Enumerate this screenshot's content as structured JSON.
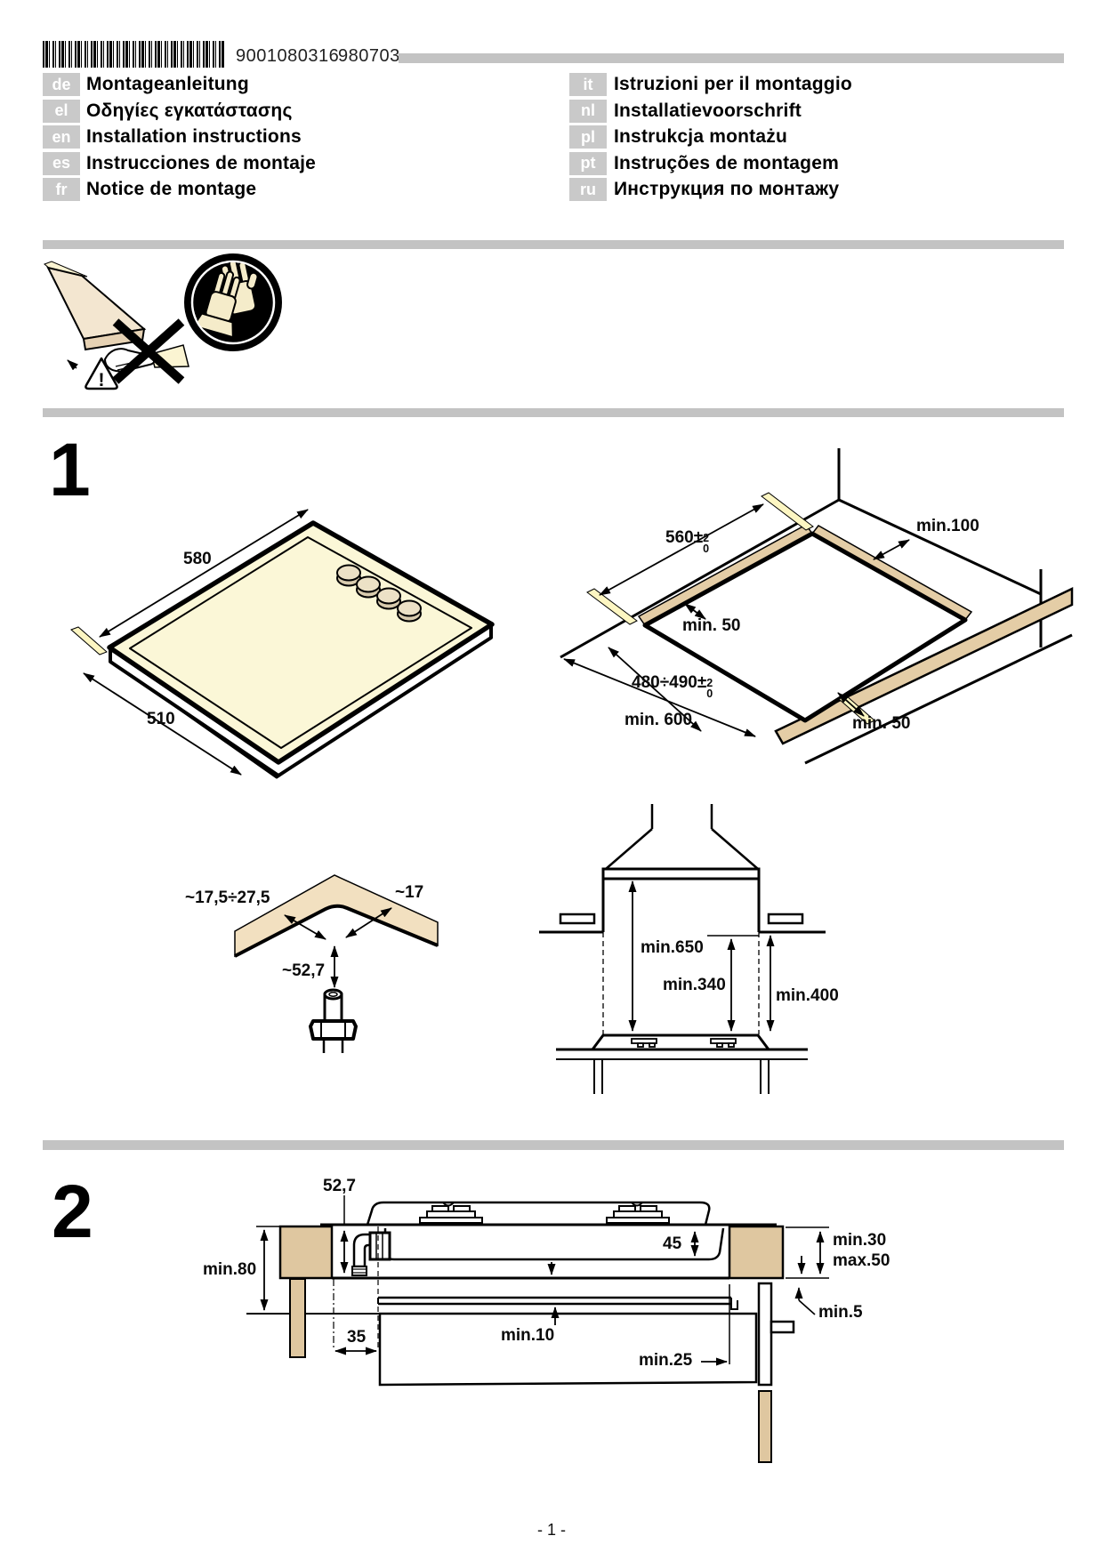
{
  "header": {
    "code": "9001080316",
    "date": "980703"
  },
  "languages": {
    "left": [
      {
        "code": "de",
        "title": "Montageanleitung"
      },
      {
        "code": "el",
        "title": "Οδηγίες εγκατάστασης"
      },
      {
        "code": "en",
        "title": "Installation instructions"
      },
      {
        "code": "es",
        "title": "Instrucciones de montaje"
      },
      {
        "code": "fr",
        "title": "Notice de montage"
      }
    ],
    "right": [
      {
        "code": "it",
        "title": "Istruzioni per il montaggio"
      },
      {
        "code": "nl",
        "title": "Installatievoorschrift"
      },
      {
        "code": "pl",
        "title": "Instrukcja montażu"
      },
      {
        "code": "pt",
        "title": "Instruções de montagem"
      },
      {
        "code": "ru",
        "title": "Инструкция по монтажу"
      }
    ]
  },
  "warnings": {
    "exclamation": "!"
  },
  "section1": {
    "number": "1",
    "hob": {
      "width": "580",
      "depth": "510"
    },
    "cutout": {
      "width_main": "560±",
      "width_tol_top": "2",
      "width_tol_bottom": "0",
      "rear_clearance": "min.100",
      "left_clearance": "min. 50",
      "depth_main": "480÷490±",
      "depth_tol_top": "2",
      "depth_tol_bottom": "0",
      "front_min": "min. 600",
      "front_clearance": "min. 50"
    },
    "corner": {
      "left_overhang": "~17,5÷27,5",
      "right_overhang": "~17",
      "connector_depth": "~52,7"
    },
    "clearances": {
      "hood": "min.650",
      "cabinet": "min.340",
      "side": "min.400"
    }
  },
  "section2": {
    "number": "2",
    "labels": {
      "connector_depth": "52,7",
      "body_depth": "45",
      "left_side": "min.80",
      "worktop_min": "min.30",
      "worktop_max": "max.50",
      "panel_gap": "min.5",
      "shelf_gap": "min.10",
      "connector_offset": "35",
      "cutout_offset": "min.25"
    }
  },
  "page": {
    "footer_page_number": "- 1 -"
  },
  "colors": {
    "worktop_tan": "#dfc7a0",
    "corner_tan": "#f2e0c0",
    "hob_cream": "#fbf7d7",
    "pale_tick": "#fdf6c2",
    "separator_gray": "#c3c3c3",
    "badge_gray": "#c9c9c9"
  }
}
